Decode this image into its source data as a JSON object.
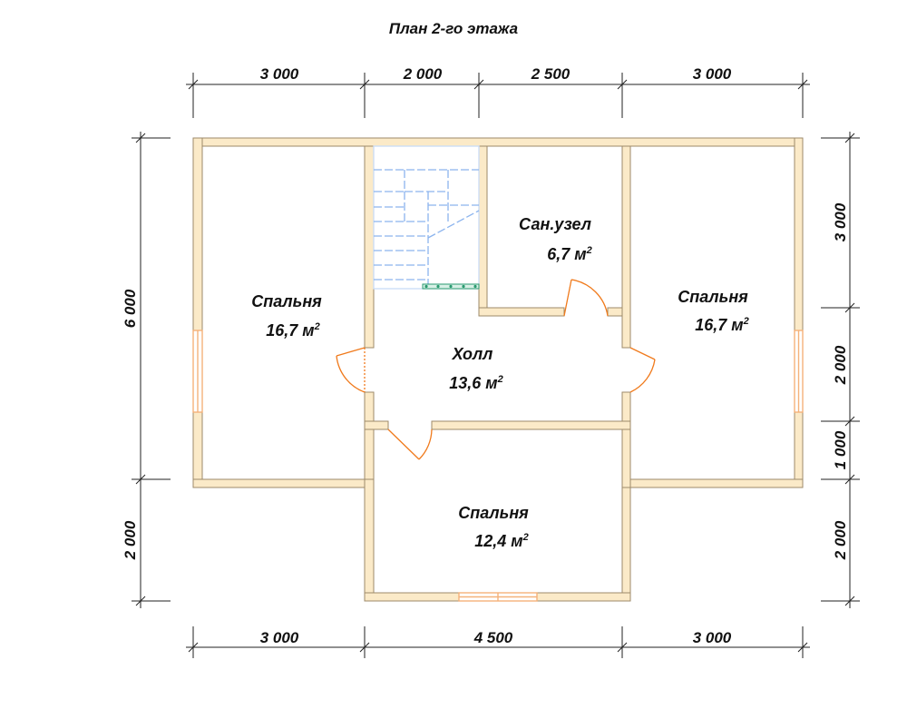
{
  "title": "План 2-го этажа",
  "dimensions": {
    "top": [
      "3 000",
      "2 000",
      "2 500",
      "3 000"
    ],
    "bottom": [
      "3 000",
      "4 500",
      "3 000"
    ],
    "left": [
      "6 000",
      "2 000"
    ],
    "right": [
      "3 000",
      "2 000",
      "1 000",
      "2 000"
    ]
  },
  "rooms": {
    "bedroom_left": {
      "name": "Спальня",
      "area": "16,7 м",
      "unit_sup": "2"
    },
    "bathroom": {
      "name": "Сан.узел",
      "area": "6,7 м",
      "unit_sup": "2"
    },
    "bedroom_right": {
      "name": "Спальня",
      "area": "16,7 м",
      "unit_sup": "2"
    },
    "hall": {
      "name": "Холл",
      "area": "13,6 м",
      "unit_sup": "2"
    },
    "bedroom_bottom": {
      "name": "Спальня",
      "area": "12,4 м",
      "unit_sup": "2"
    }
  },
  "colors": {
    "wall_fill": "#fbeac8",
    "wall_stroke": "#9c8a6a",
    "door": "#f07a1c",
    "window": "#f5b27a",
    "stair": "#8cb4ee",
    "dim_line": "#222222"
  }
}
